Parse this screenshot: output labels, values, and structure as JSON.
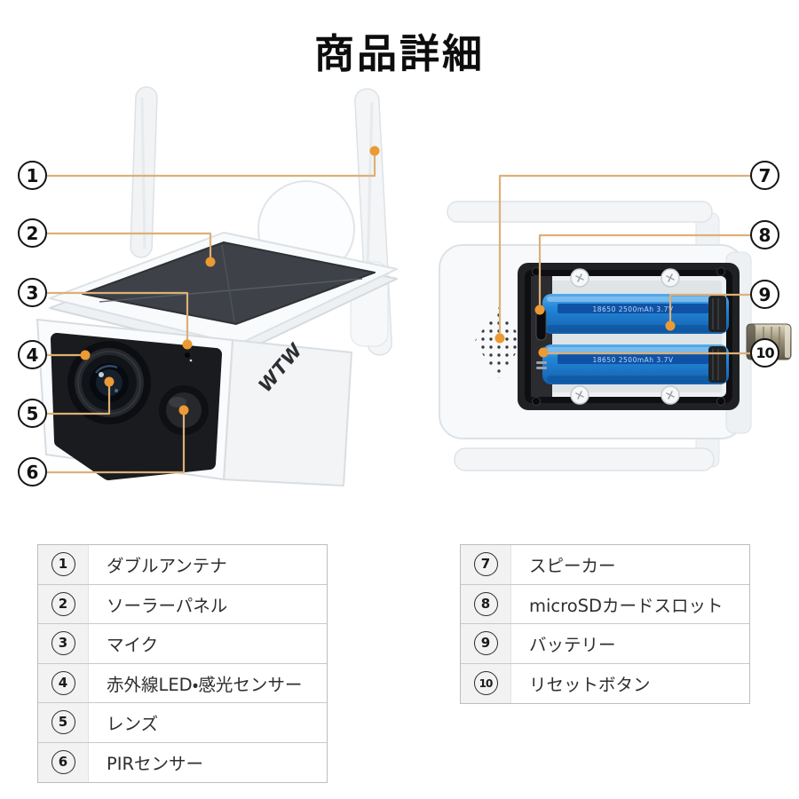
{
  "title": "商品詳細",
  "brand_label": "WTW",
  "battery_label": "18650 2500mAh 3.7V",
  "parts_left": [
    {
      "no": "1",
      "label": "ダブルアンテナ"
    },
    {
      "no": "2",
      "label": "ソーラーパネル"
    },
    {
      "no": "3",
      "label": "マイク"
    },
    {
      "no": "4",
      "label": "赤外線LED・感光センサー"
    },
    {
      "no": "5",
      "label": "レンズ"
    },
    {
      "no": "6",
      "label": "PIRセンサー"
    }
  ],
  "parts_right": [
    {
      "no": "7",
      "label": "スピーカー"
    },
    {
      "no": "8",
      "label": "microSDカードスロット"
    },
    {
      "no": "9",
      "label": "バッテリー"
    },
    {
      "no": "10",
      "label": "リセットボタン"
    }
  ],
  "colors": {
    "leader_line": "#dcb078",
    "leader_dot": "#ec9a33",
    "battery_blue": "#1e7fd4",
    "solar_panel": "#3e4248",
    "table_num_bg": "#f2f2f2",
    "title_text": "#0d0d0d"
  }
}
